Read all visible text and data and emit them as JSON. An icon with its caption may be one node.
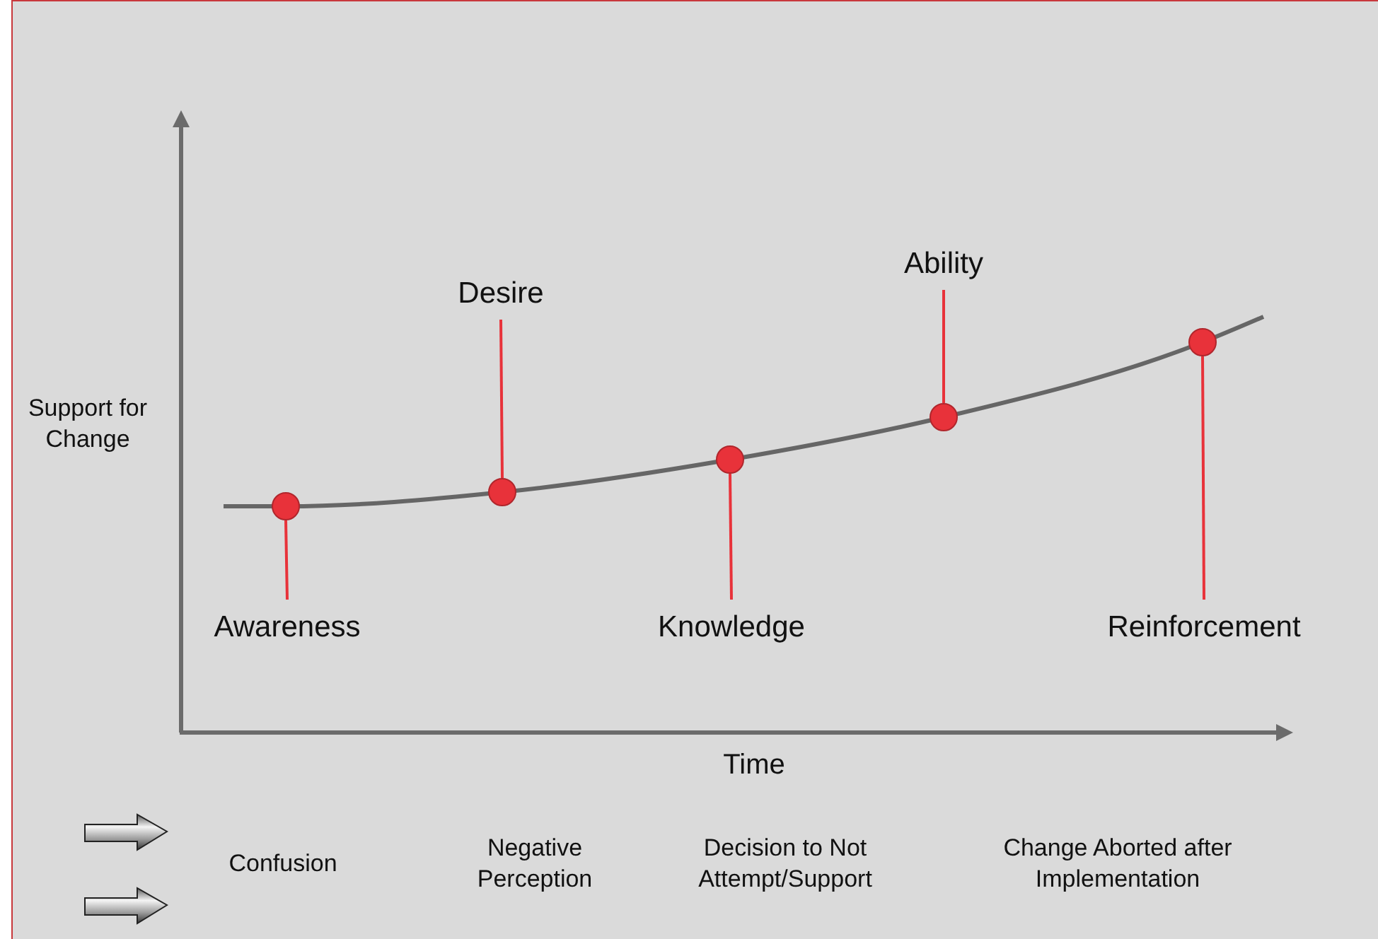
{
  "diagram": {
    "nodes": [
      {
        "text": [
          "Awareness"
        ]
      },
      {
        "text": [
          "Desire"
        ]
      },
      {
        "text": [
          "Knowledge"
        ]
      },
      {
        "text": [
          "Ability"
        ]
      },
      {
        "text": [
          "Reinforcement"
        ]
      },
      {
        "text": [],
        "shape": "circle"
      },
      {
        "text": [],
        "shape": "circle"
      },
      {
        "text": [],
        "shape": "circle"
      },
      {
        "text": [],
        "shape": "circle"
      },
      {
        "text": [],
        "shape": "circle"
      }
    ],
    "edges": [
      {
        "from": 0,
        "to": 5,
        "arrow": "none"
      },
      {
        "from": 1,
        "to": 6,
        "arrow": "none"
      },
      {
        "from": 2,
        "to": 7,
        "arrow": "none"
      },
      {
        "from": 3,
        "to": 8,
        "arrow": "none"
      },
      {
        "from": 4,
        "to": 9,
        "arrow": "none"
      }
    ],
    "labels": [
      "Support for Change",
      "Time",
      "Confusion",
      "Negative Perception",
      "Decision to Not Attempt/Support",
      "Change Aborted after Implementation"
    ]
  }
}
